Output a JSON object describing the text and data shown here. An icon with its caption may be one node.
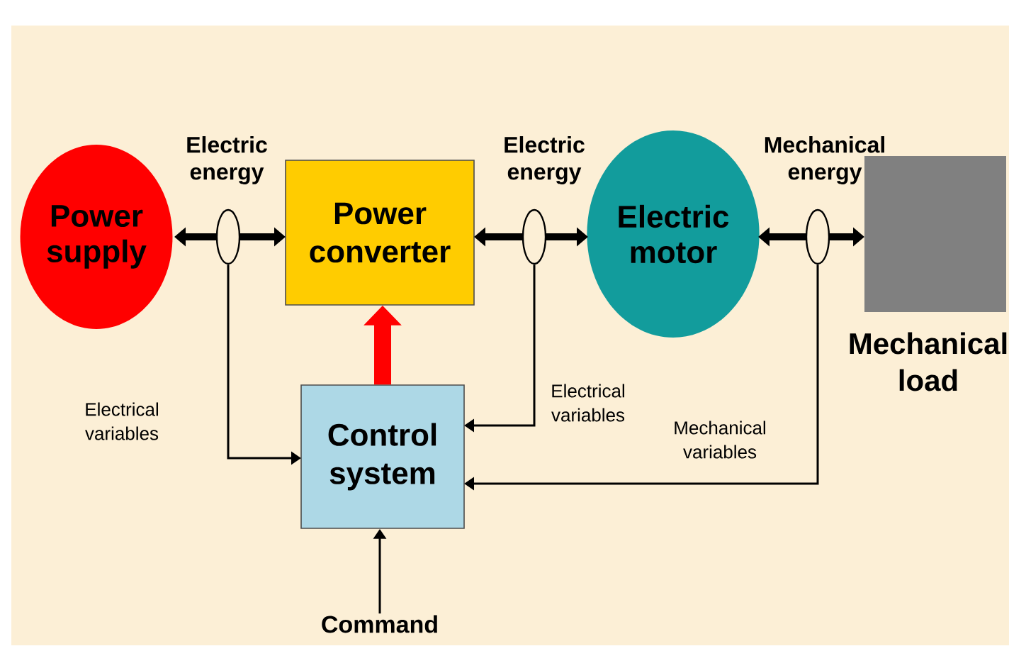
{
  "diagram": {
    "nodes": [
      {
        "text": [
          "Power supply"
        ]
      },
      {
        "text": [
          "Power converter"
        ]
      },
      {
        "text": [
          "Electric motor"
        ]
      },
      {
        "text": [
          "Mechanical load"
        ]
      },
      {
        "text": [
          "Control system"
        ]
      },
      {
        "text": [
          "Command"
        ]
      },
      {
        "text": [],
        "shape": "ellipse"
      },
      {
        "text": [],
        "shape": "ellipse"
      },
      {
        "text": [],
        "shape": "ellipse"
      }
    ],
    "edges": [
      {
        "from": 6,
        "to": 0,
        "arrow": "to",
        "label": "Electric energy"
      },
      {
        "from": 6,
        "to": 1,
        "arrow": "to"
      },
      {
        "from": 7,
        "to": 1,
        "arrow": "to",
        "label": "Electric energy"
      },
      {
        "from": 7,
        "to": 2,
        "arrow": "to"
      },
      {
        "from": 8,
        "to": 2,
        "arrow": "to",
        "label": "Mechanical energy"
      },
      {
        "from": 8,
        "to": 3,
        "arrow": "to"
      },
      {
        "from": 6,
        "to": 4,
        "arrow": "to",
        "label": "Electrical variables"
      },
      {
        "from": 7,
        "to": 4,
        "arrow": "to",
        "label": "Electrical variables"
      },
      {
        "from": 8,
        "to": 4,
        "arrow": "to",
        "label": "Mechanical variables"
      },
      {
        "from": 4,
        "to": 1,
        "arrow": "to",
        "style": "thick",
        "color": "#ff0000"
      },
      {
        "from": 5,
        "to": 4,
        "arrow": "to"
      }
    ]
  }
}
